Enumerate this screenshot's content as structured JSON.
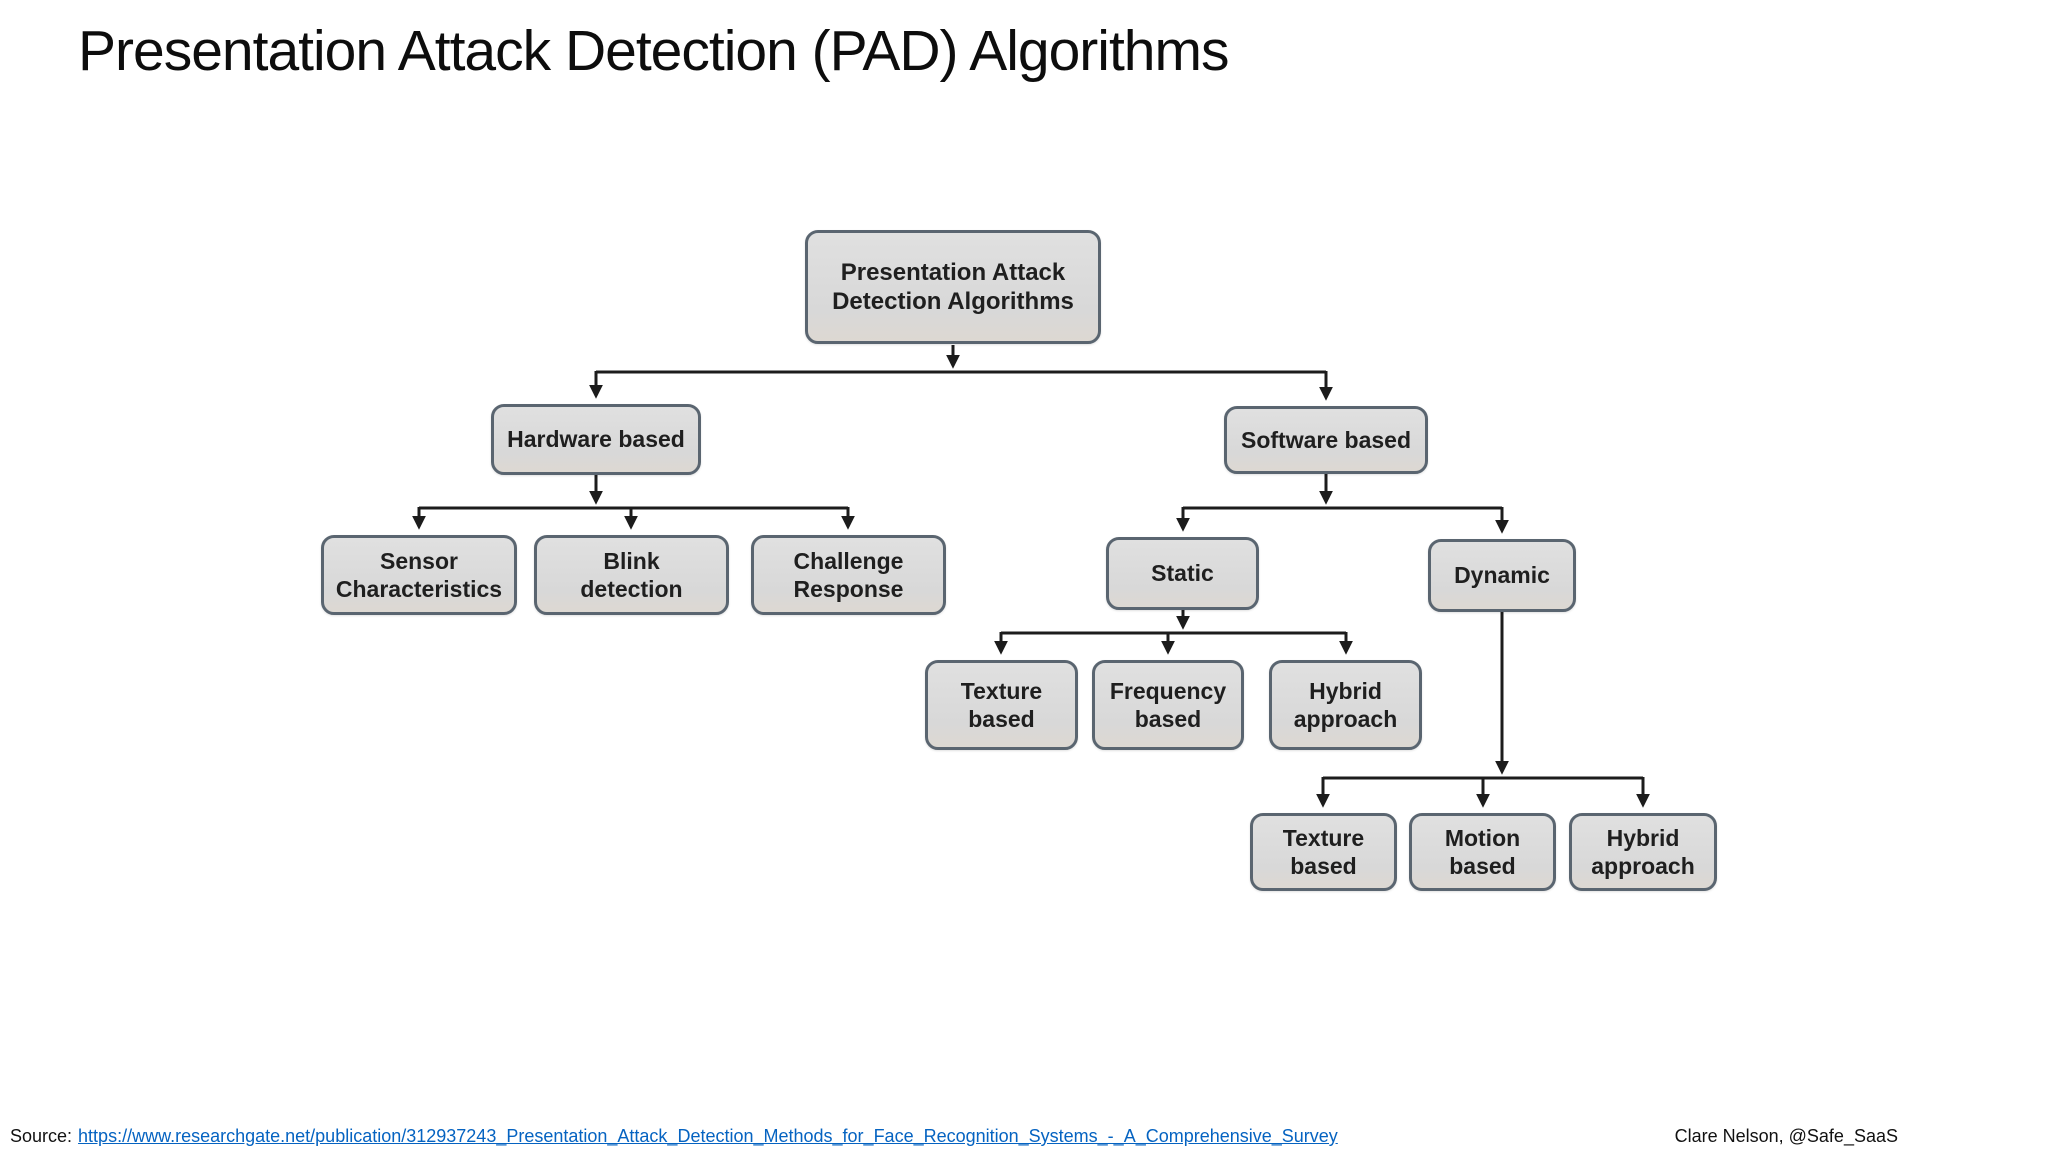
{
  "title": "Presentation Attack Detection (PAD) Algorithms",
  "diagram": {
    "nodes": {
      "root": {
        "line1": "Presentation Attack",
        "line2": "Detection Algorithms"
      },
      "hardware": {
        "line1": "Hardware based",
        "line2": ""
      },
      "software": {
        "line1": "Software based",
        "line2": ""
      },
      "sensor": {
        "line1": "Sensor",
        "line2": "Characteristics"
      },
      "blink": {
        "line1": "Blink",
        "line2": "detection"
      },
      "challenge": {
        "line1": "Challenge",
        "line2": "Response"
      },
      "static": {
        "line1": "Static",
        "line2": ""
      },
      "dynamic": {
        "line1": "Dynamic",
        "line2": ""
      },
      "texture1": {
        "line1": "Texture",
        "line2": "based"
      },
      "frequency": {
        "line1": "Frequency",
        "line2": "based"
      },
      "hybrid1": {
        "line1": "Hybrid",
        "line2": "approach"
      },
      "texture2": {
        "line1": "Texture",
        "line2": "based"
      },
      "motion": {
        "line1": "Motion",
        "line2": "based"
      },
      "hybrid2": {
        "line1": "Hybrid",
        "line2": "approach"
      }
    }
  },
  "footer": {
    "source_label": "Source:",
    "source_url": "https://www.researchgate.net/publication/312937243_Presentation_Attack_Detection_Methods_for_Face_Recognition_Systems_-_A_Comprehensive_Survey",
    "credit": "Clare Nelson, @Safe_SaaS"
  },
  "colors": {
    "box_fill": "#d9d9d9",
    "box_border": "#5a6570",
    "connector_line": "#1c1c1c",
    "link": "#0563c1"
  }
}
